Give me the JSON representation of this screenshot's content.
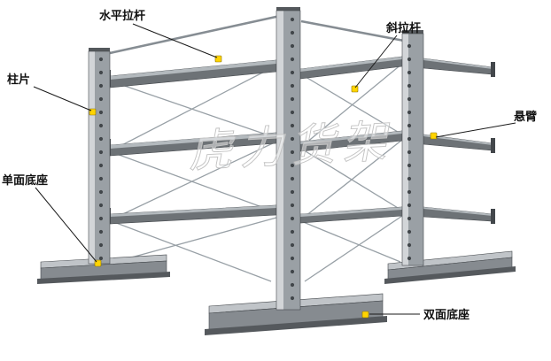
{
  "diagram": {
    "watermark_text": "虎力货架",
    "marker_color": "#FFD400",
    "labels": {
      "horizontal_tie_rod": "水平拉杆",
      "diagonal_tie_rod": "斜拉杆",
      "column_panel": "柱片",
      "cantilever_arm": "悬臂",
      "single_sided_base": "单面底座",
      "double_sided_base": "双面底座"
    }
  }
}
